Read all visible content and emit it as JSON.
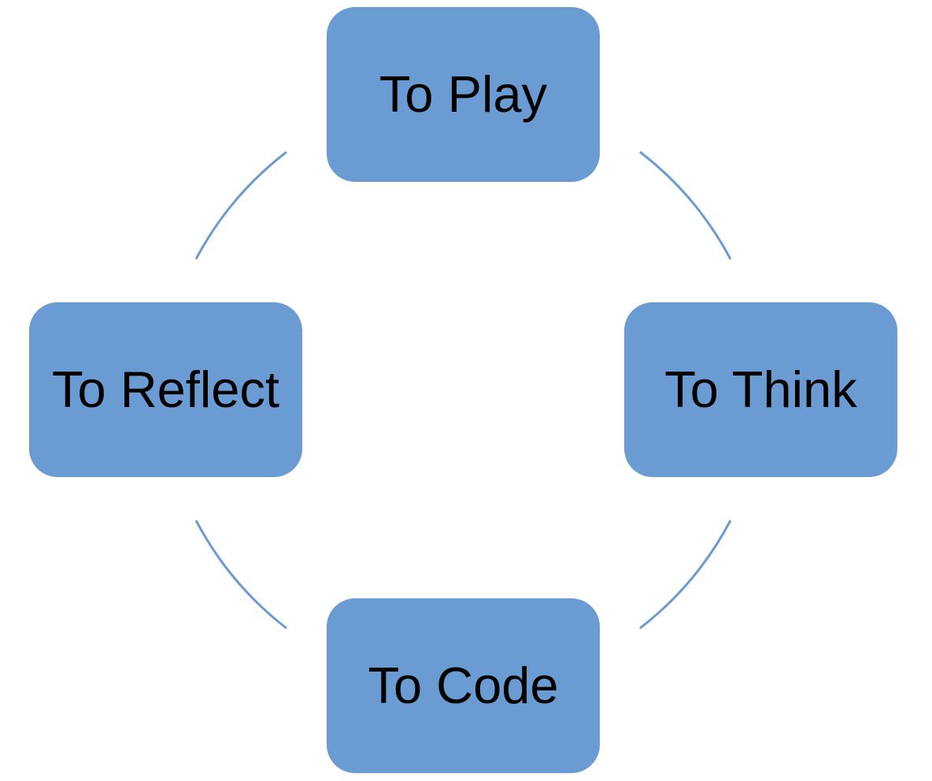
{
  "diagram": {
    "type": "cycle",
    "accent_color": "#6a9bd3",
    "connector_color": "#6a9bd3",
    "nodes": [
      {
        "id": "play",
        "label": "To Play"
      },
      {
        "id": "think",
        "label": "To Think"
      },
      {
        "id": "code",
        "label": "To Code"
      },
      {
        "id": "reflect",
        "label": "To Reflect"
      }
    ]
  }
}
